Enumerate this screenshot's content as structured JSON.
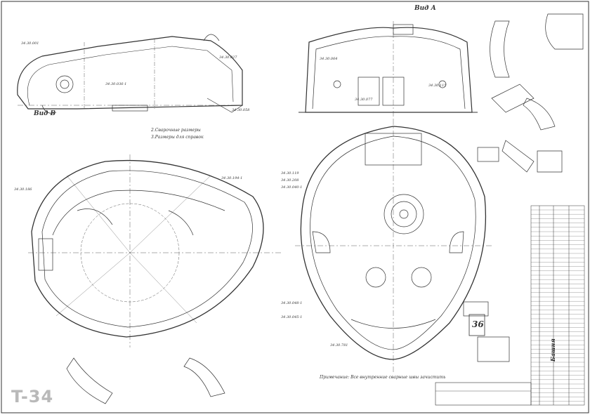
{
  "drawing": {
    "logo_text": "T-34",
    "stamp_number": "36",
    "title_block_text": "Башня",
    "view_labels": {
      "section_left": "Вид В",
      "section_top_right": "Вид А"
    },
    "part_numbers": [
      "34.30.001",
      "34.30.036-1",
      "34.30.027",
      "34.30.058",
      "34.30.064",
      "34.30.077",
      "34.30.115",
      "34.30.119",
      "34.30.186",
      "34.30.194-1",
      "34.30.208",
      "34.30.040-1",
      "34.30.048-1",
      "34.30.045-1",
      "34.30.781"
    ],
    "notes": {
      "note_1": "2.Сварочные размеры",
      "note_2": "3.Размеры для справок",
      "bottom_note": "Примечание: Все внутренние сварные швы зачистить"
    }
  }
}
